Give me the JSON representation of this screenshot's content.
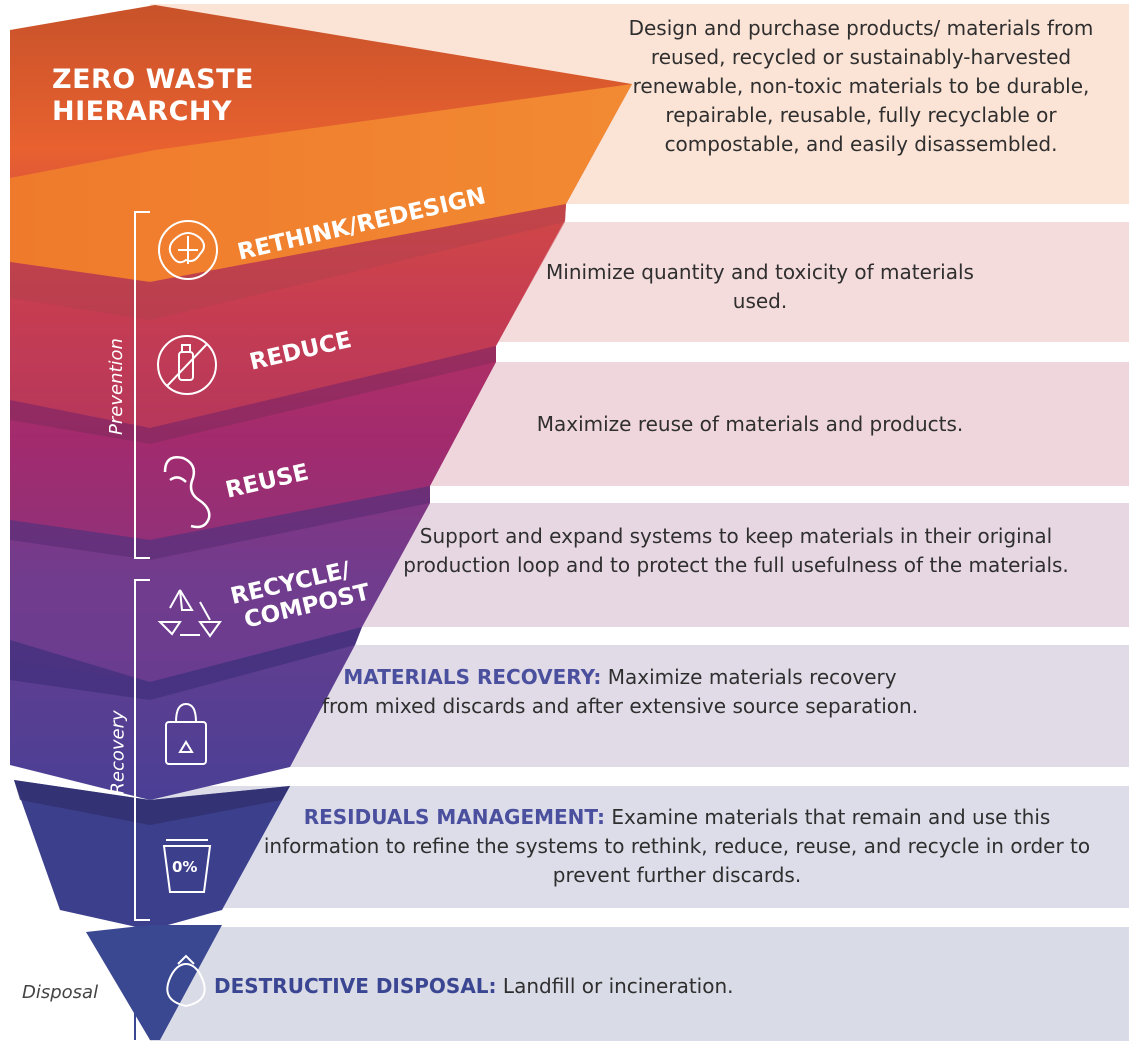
{
  "title": {
    "line1": "ZERO WASTE",
    "line2": "HIERARCHY"
  },
  "groups": {
    "prevention": "Prevention",
    "recovery": "Recovery",
    "disposal": "Disposal"
  },
  "tiers": [
    {
      "label": "RETHINK/REDESIGN",
      "icon": "brain-icon",
      "description": "Design and purchase products/ materials from reused, recycled or sustainably-harvested renewable, non-toxic materials to be durable, repairable, reusable, fully recyclable or compostable, and easily disassembled."
    },
    {
      "label": "REDUCE",
      "icon": "no-bottle-icon",
      "description": "Minimize quantity and toxicity of materials used."
    },
    {
      "label": "REUSE",
      "icon": "reuse-loop-icon",
      "description": "Maximize reuse of materials and products."
    },
    {
      "label_line1": "RECYCLE/",
      "label_line2": "COMPOST",
      "icon": "recycle-icon",
      "description": "Support and expand systems to keep materials in their original production loop and to protect the full usefulness of the materials."
    },
    {
      "lead": "MATERIALS RECOVERY:",
      "icon": "recycle-bag-icon",
      "description": "Maximize materials recovery from mixed discards and after extensive source separation."
    },
    {
      "lead": "RESIDUALS MANAGEMENT:",
      "icon": "zero-percent-bin-icon",
      "icon_text": "0%",
      "description": "Examine materials that remain and use this information to refine the systems to rethink, reduce, reuse, and recycle in order to prevent further discards."
    },
    {
      "lead": "DESTRUCTIVE DISPOSAL:",
      "icon": "trash-bag-icon",
      "description": "Landfill or incineration."
    }
  ],
  "colors": {
    "orange": "#f07b2e",
    "magenta": "#b0326f",
    "purple": "#6a3d8c",
    "indigo": "#3b4693",
    "accent_text": "#4a4f9e"
  }
}
